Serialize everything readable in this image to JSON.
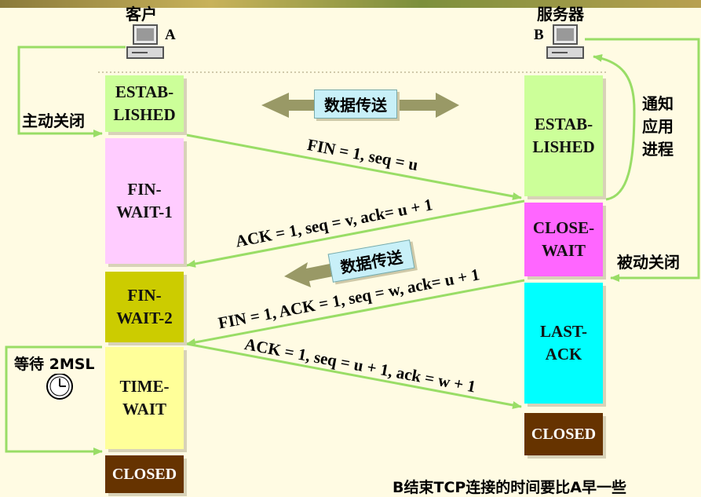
{
  "client": {
    "title": "客户",
    "letter": "A"
  },
  "server": {
    "title": "服务器",
    "letter": "B"
  },
  "client_states": {
    "established": "ESTAB-\nLISHED",
    "fin_wait_1": "FIN-\nWAIT-1",
    "fin_wait_2": "FIN-\nWAIT-2",
    "time_wait": "TIME-\nWAIT",
    "closed": "CLOSED"
  },
  "server_states": {
    "established": "ESTAB-\nLISHED",
    "close_wait": "CLOSE-\nWAIT",
    "last_ack": "LAST-\nACK",
    "closed": "CLOSED"
  },
  "messages": {
    "fin1": "FIN = 1, seq = u",
    "ack1": "ACK = 1, seq = v, ack= u + 1",
    "fin2": "FIN = 1, ACK = 1, seq = w, ack= u + 1",
    "ack2": "ACK = 1, seq = u + 1, ack = w + 1"
  },
  "annotations": {
    "active_close": "主动关闭",
    "notify_app": "通知\n应用\n进程",
    "passive_close": "被动关闭",
    "wait_2msl": "等待 2MSL",
    "data_transfer_1": "数据传送",
    "data_transfer_2": "数据传送",
    "footer": "B结束TCP连接的时间要比A早一些"
  },
  "colors": {
    "established": "#ccff99",
    "fin_wait_1": "#ffccff",
    "fin_wait_2": "#cccc00",
    "time_wait": "#ffff99",
    "closed": "#663300",
    "close_wait": "#ff66ff",
    "last_ack": "#00ffff",
    "arrow_line": "#99dd66",
    "block_arrow": "#999966"
  }
}
